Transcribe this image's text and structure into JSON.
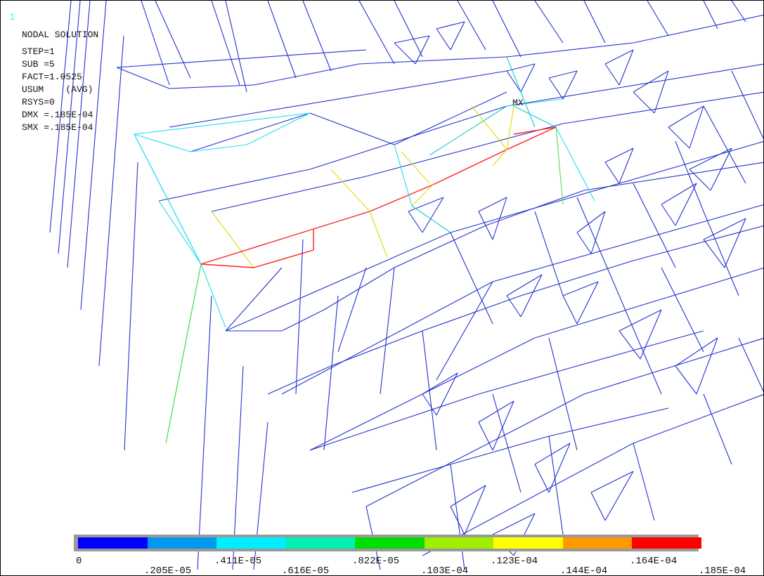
{
  "window": {
    "number": "1"
  },
  "info": {
    "title": "NODAL SOLUTION",
    "step": "STEP=1",
    "sub": "SUB =5",
    "fact": "FACT=1.0525",
    "usum": "USUM    (AVG)",
    "rsys": "RSYS=0",
    "dmx": "DMX =.185E-04",
    "smx": "SMX =.185E-04"
  },
  "marker": {
    "mx": "MX"
  },
  "legend": {
    "colors": [
      "#0000ff",
      "#0099ee",
      "#00eeff",
      "#00f0b0",
      "#00dd00",
      "#a0ee00",
      "#ffff00",
      "#ff9900",
      "#ff0000"
    ],
    "labels": [
      "0",
      ".205E-05",
      ".411E-05",
      ".616E-05",
      ".822E-05",
      ".103E-04",
      ".123E-04",
      ".144E-04",
      ".164E-04",
      ".185E-04"
    ]
  },
  "colors": {
    "mesh": "#2233cc",
    "background": "#ffffff"
  }
}
